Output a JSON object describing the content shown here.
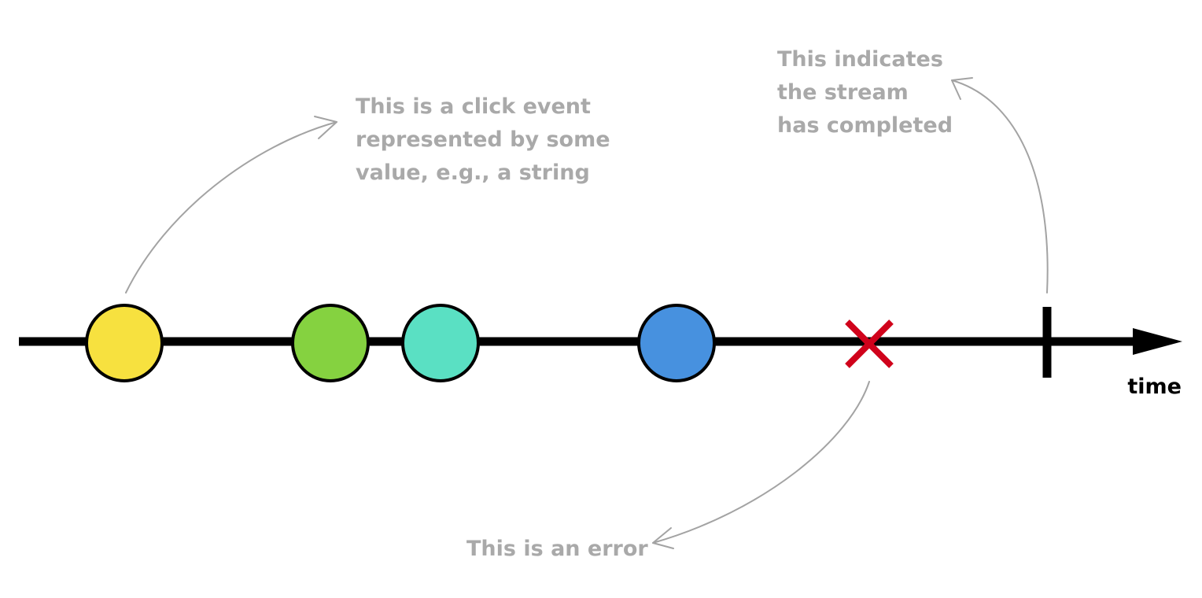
{
  "timeline": {
    "axis_label": "time",
    "line_color": "#000000",
    "events": [
      {
        "kind": "value",
        "color": "#f7e13f"
      },
      {
        "kind": "value",
        "color": "#85d240"
      },
      {
        "kind": "value",
        "color": "#5ae0c3"
      },
      {
        "kind": "value",
        "color": "#4791df"
      }
    ],
    "error": {
      "symbol": "cross-icon",
      "color": "#d0021b"
    },
    "completion": {
      "symbol": "vertical-bar-icon",
      "color": "#000000"
    }
  },
  "annotations": {
    "click_event": [
      "This is a click event",
      "represented by some",
      "value, e.g., a string"
    ],
    "completed": [
      "This indicates",
      "the stream",
      "has completed"
    ],
    "error": [
      "This is an error"
    ],
    "text_color": "#a9a9a9",
    "pointer_color": "#a3a3a3"
  }
}
